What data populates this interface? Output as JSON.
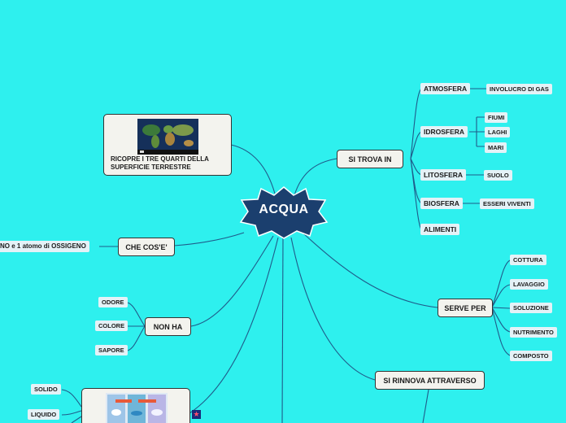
{
  "center": "ACQUA",
  "branches": {
    "si_trova_in": {
      "label": "SI TROVA IN",
      "items": [
        {
          "label": "ATMOSFERA",
          "children": [
            "INVOLUCRO DI GAS"
          ]
        },
        {
          "label": "IDROSFERA",
          "children": [
            "FIUMI",
            "LAGHI",
            "MARI"
          ]
        },
        {
          "label": "LITOSFERA",
          "children": [
            "SUOLO"
          ]
        },
        {
          "label": "BIOSFERA",
          "children": [
            "ESSERI VIVENTI"
          ]
        },
        {
          "label": "ALIMENTI",
          "children": []
        }
      ]
    },
    "ricopre": {
      "text_line1": "RICOPRE I TRE QUARTI DELLA",
      "text_line2": "SUPERFICIE TERRESTRE"
    },
    "che_cose": {
      "label": "CHE COS'E'",
      "child": "NO e 1 atomo di OSSIGENO"
    },
    "non_ha": {
      "label": "NON HA",
      "children": [
        "ODORE",
        "COLORE",
        "SAPORE"
      ]
    },
    "serve_per": {
      "label": "SERVE PER",
      "children": [
        "COTTURA",
        "LAVAGGIO",
        "SOLUZIONE",
        "NUTRIMENTO",
        "COMPOSTO"
      ]
    },
    "si_rinnova": {
      "label": "SI RINNOVA ATTRAVERSO"
    },
    "stati": {
      "children": [
        "SOLIDO",
        "LIQUIDO"
      ]
    }
  },
  "colors": {
    "background": "#2ef0ee",
    "center_fill": "#1b3f6e",
    "link": "#1f5b8a",
    "node_fill": "#f3f3ee",
    "leaf_fill": "#e4f2f7"
  },
  "icons": {
    "note": "star-icon"
  }
}
